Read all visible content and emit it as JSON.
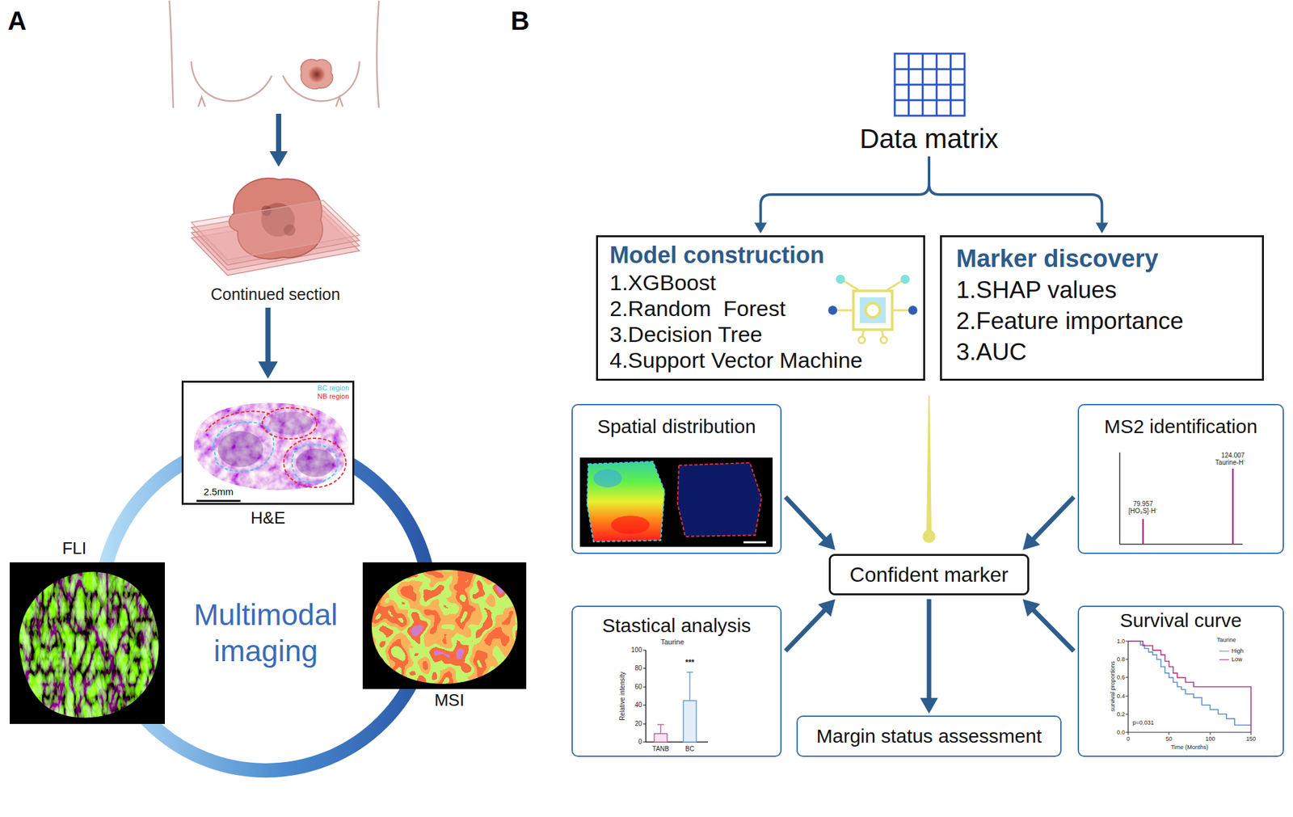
{
  "diagram": {
    "nodes": [
      {
        "text": [
          "Continued section"
        ]
      },
      {
        "text": [
          "H&E"
        ]
      },
      {
        "text": [
          "FLI"
        ]
      },
      {
        "text": [
          "MSI"
        ]
      },
      {
        "text": [
          "Data matrix"
        ]
      },
      {
        "text": [
          "Model construction",
          "1.XGBoost",
          "2.Random  Forest",
          "3.Decision Tree",
          "4.Support Vector Machine"
        ]
      },
      {
        "text": [
          "Marker discovery",
          "1.SHAP values",
          "2.Feature importance",
          "3.AUC"
        ]
      },
      {
        "text": [
          "Spatial distribution"
        ]
      },
      {
        "text": [
          "MS2 identification"
        ]
      },
      {
        "text": [
          "Confident marker"
        ]
      },
      {
        "text": [
          "Stastical analysis"
        ]
      },
      {
        "text": [
          "Survival curve"
        ]
      },
      {
        "text": [
          "Margin status assessment"
        ]
      }
    ],
    "edges": [
      {
        "from": 0,
        "to": 1,
        "arrow": "to"
      },
      {
        "from": 4,
        "to": 5,
        "arrow": "to"
      },
      {
        "from": 4,
        "to": 6,
        "arrow": "to"
      },
      {
        "from": 7,
        "to": 9,
        "arrow": "to"
      },
      {
        "from": 8,
        "to": 9,
        "arrow": "to"
      },
      {
        "from": 10,
        "to": 9,
        "arrow": "to"
      },
      {
        "from": 11,
        "to": 9,
        "arrow": "to"
      },
      {
        "from": 9,
        "to": 12,
        "arrow": "to"
      }
    ],
    "labels": [
      "A",
      "B",
      "BC region",
      "NB region",
      "2.5mm",
      "Multimodal imaging",
      "124.007",
      "Taurine-H⁻",
      "79.957",
      "[HO₃S]·H⁻",
      "Taurine",
      "100",
      "80",
      "60",
      "40",
      "20",
      "0",
      "***",
      "Relative intensity",
      "TANB",
      "BC",
      "Taurine",
      "1.0",
      "0.8",
      "0.6",
      "0.4",
      "0.2",
      "0.0",
      "0",
      "50",
      "100",
      "150",
      "p=0.031",
      "survival proportions",
      "Time (Months)"
    ],
    "legend": [
      {
        "text": "High"
      },
      {
        "text": "Low"
      }
    ]
  }
}
